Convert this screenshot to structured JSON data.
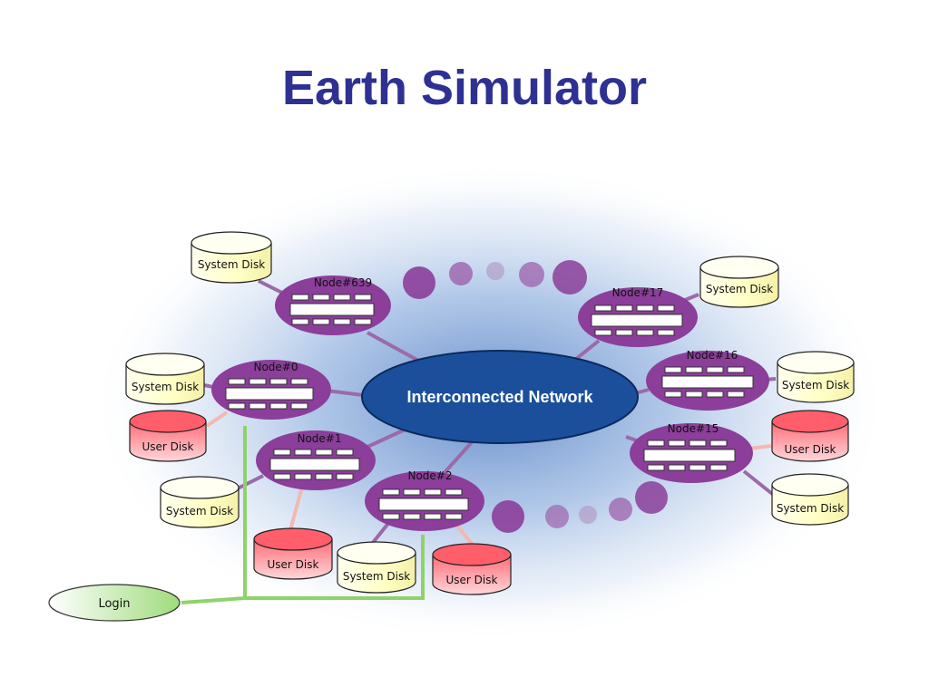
{
  "title": "Earth Simulator",
  "network": {
    "label": "Interconnected Network"
  },
  "login": {
    "label": "Login"
  },
  "nodes": [
    {
      "id": "node-639",
      "label": "Node#639"
    },
    {
      "id": "node-0",
      "label": "Node#0"
    },
    {
      "id": "node-1",
      "label": "Node#1"
    },
    {
      "id": "node-2",
      "label": "Node#2"
    },
    {
      "id": "node-17",
      "label": "Node#17"
    },
    {
      "id": "node-16",
      "label": "Node#16"
    },
    {
      "id": "node-15",
      "label": "Node#15"
    }
  ],
  "disks": [
    {
      "id": "system-disk-639",
      "label": "System Disk",
      "kind": "system"
    },
    {
      "id": "system-disk-0",
      "label": "System Disk",
      "kind": "system"
    },
    {
      "id": "user-disk-0",
      "label": "User Disk",
      "kind": "user"
    },
    {
      "id": "system-disk-1",
      "label": "System Disk",
      "kind": "system"
    },
    {
      "id": "user-disk-1",
      "label": "User Disk",
      "kind": "user"
    },
    {
      "id": "system-disk-2",
      "label": "System Disk",
      "kind": "system"
    },
    {
      "id": "user-disk-2",
      "label": "User Disk",
      "kind": "user"
    },
    {
      "id": "system-disk-17",
      "label": "System Disk",
      "kind": "system"
    },
    {
      "id": "system-disk-16",
      "label": "System Disk",
      "kind": "system"
    },
    {
      "id": "user-disk-15",
      "label": "User Disk",
      "kind": "user"
    },
    {
      "id": "system-disk-15",
      "label": "System Disk",
      "kind": "system"
    }
  ],
  "colors": {
    "title": "#2e3192",
    "node_fill": "#8b3e9a",
    "network_fill": "#1b4f9c",
    "system_disk": "#ffffc0",
    "user_disk": "#ff7f86",
    "login_fill": "#b9e6a0",
    "login_line": "#8ed36a",
    "glow": "#6f92cf",
    "link_purple": "#9b6aa8",
    "link_pink": "#f3b8b0"
  }
}
